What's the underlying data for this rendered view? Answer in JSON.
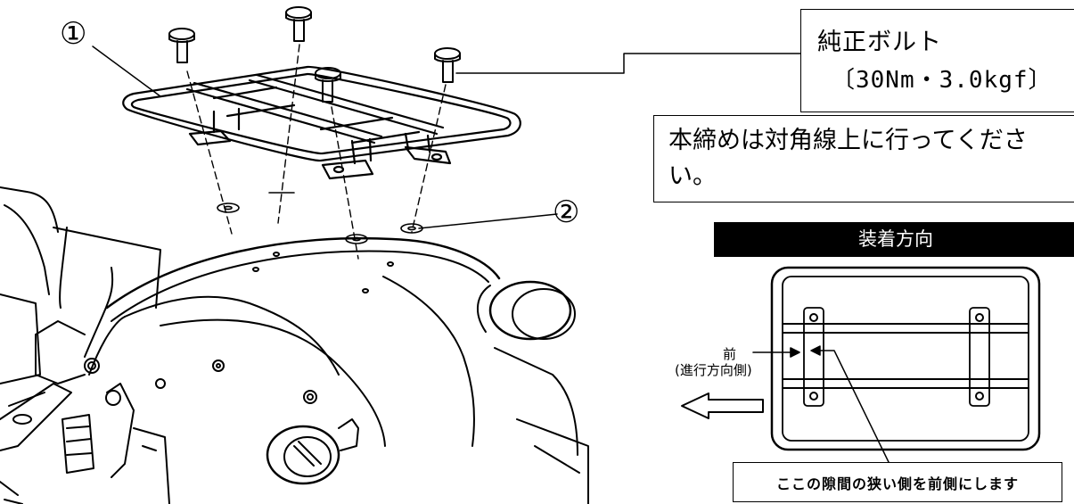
{
  "callouts": {
    "part_1": "①",
    "part_2": "②"
  },
  "bolt_info": {
    "name": "純正ボルト",
    "spec": "〔30Nm・3.0kgf〕"
  },
  "tightening_note": "本締めは対角線上に行ってください。",
  "direction_panel": {
    "heading": "装着方向",
    "front_label": "前",
    "front_sub_label": "(進行方向側)",
    "advice": "ここの隙間の狭い側を前側にします"
  }
}
